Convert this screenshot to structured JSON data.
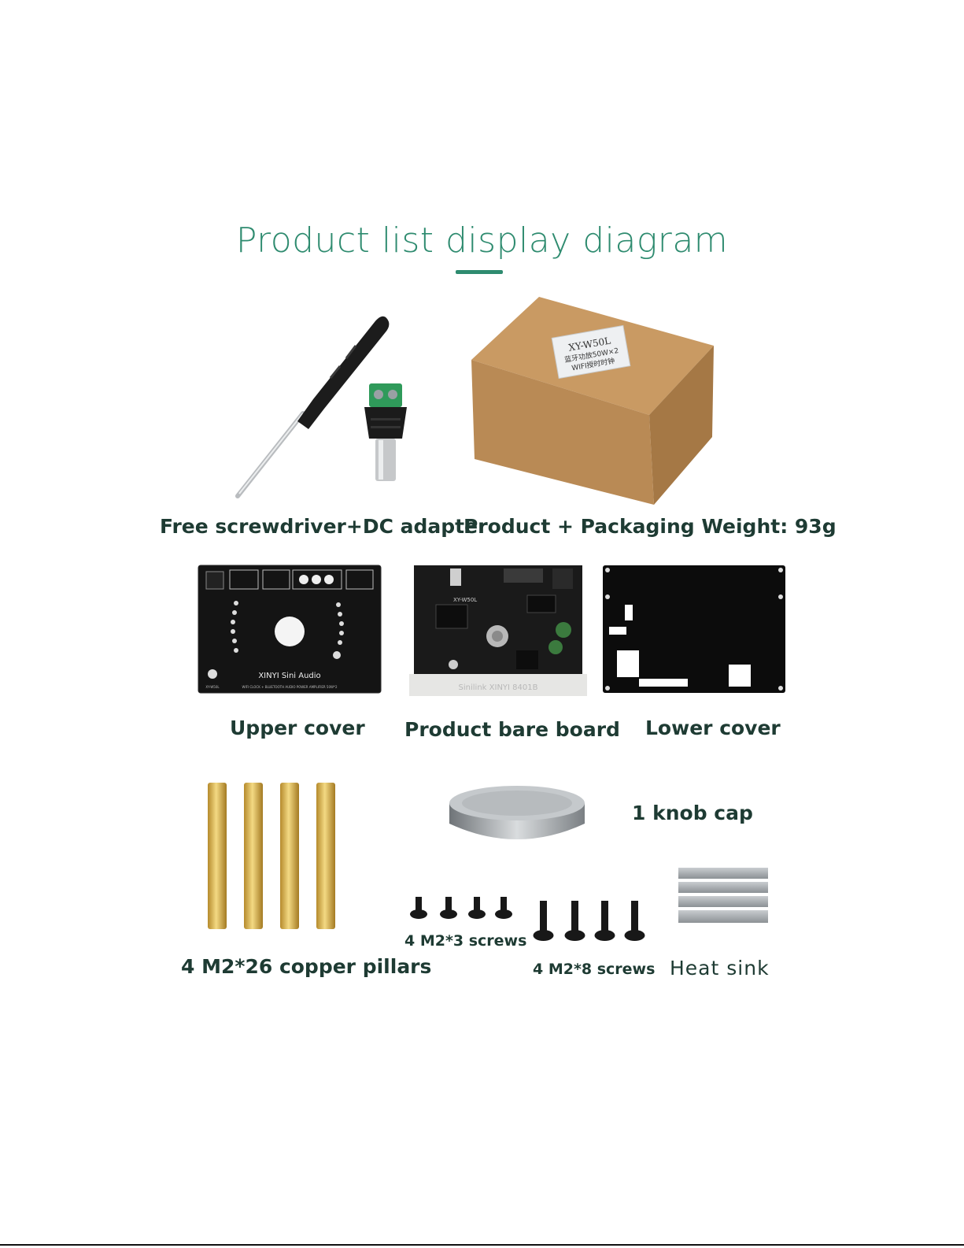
{
  "title": "Product list display diagram",
  "labels": {
    "screwdriver_adapter": "Free screwdriver+DC adapter",
    "packaging_weight": "Product + Packaging Weight: 93g",
    "upper_cover": "Upper cover",
    "bare_board": "Product bare board",
    "lower_cover": "Lower cover",
    "knob_cap": "1 knob cap",
    "m23_screws": "4 M2*3 screws",
    "copper_pillars": "4 M2*26 copper pillars",
    "m28_screws": "4 M2*8 screws",
    "heat_sink": "Heat sink"
  },
  "box_label": {
    "model": "XY-W50L",
    "line1": "蓝牙功放50W×2",
    "line2": "WIFI授时时钟"
  },
  "upper_cover_text": {
    "brand": "XINYI Sini Audio",
    "subtitle": "WIFI CLOCK + BLUETOOTH AUDIO POWER AMPLIFIER 50W*2",
    "logo_text": "XY-W50L"
  },
  "board_text": {
    "model": "XY-W50L",
    "base": "Sinilink XINYI 8401B"
  },
  "colors": {
    "accent": "#2e8b6f",
    "label": "#1e3b33"
  }
}
